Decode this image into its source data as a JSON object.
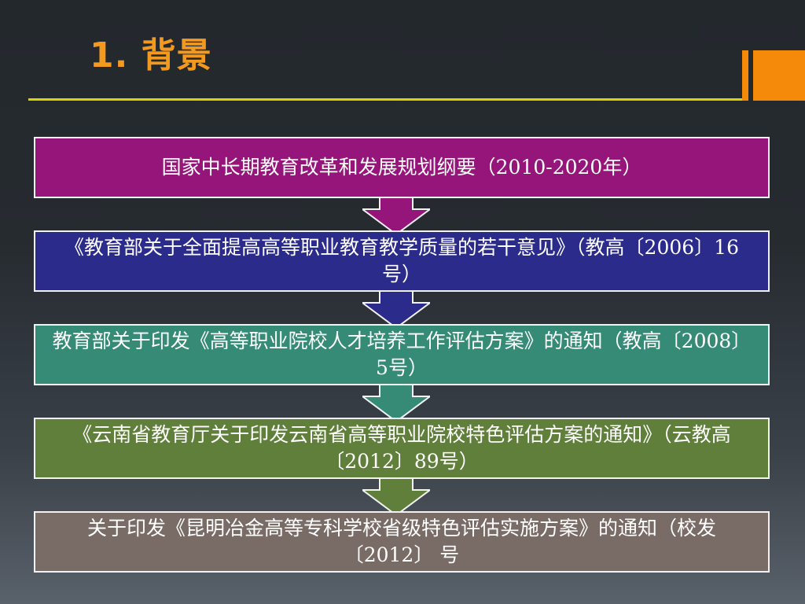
{
  "slide": {
    "title": "1. 背景"
  },
  "colors": {
    "title": "#f39a1e",
    "rule": "#d8d400",
    "accent": "#f58a0a",
    "box_border": "#f2f2f2"
  },
  "flow": {
    "items": [
      {
        "label": "国家中长期教育改革和发展规划纲要（2010-2020年）",
        "color": "#96157a"
      },
      {
        "label": "《教育部关于全面提高高等职业教育教学质量的若干意见》（教高〔2006〕16号）",
        "color": "#2b2b8c"
      },
      {
        "label": "教育部关于印发《高等职业院校人才培养工作评估方案》的通知（教高〔2008〕5号）",
        "color": "#358b75"
      },
      {
        "label": "《云南省教育厅关于印发云南省高等职业院校特色评估方案的通知》（云教高〔2012〕89号）",
        "color": "#5f7f3a"
      },
      {
        "label": "关于印发《昆明冶金高等专科学校省级特色评估实施方案》的通知（校发〔2012〕 号",
        "color": "#796b66"
      }
    ]
  }
}
